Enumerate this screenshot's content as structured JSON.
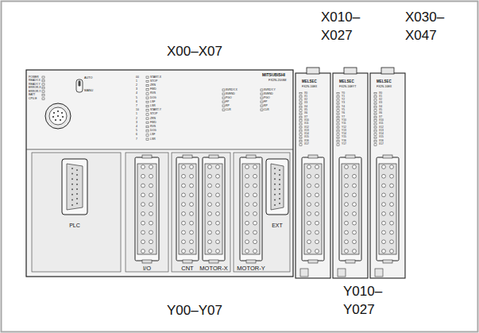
{
  "diagram": {
    "nodes": [
      {
        "text": [
          "POWER",
          "READY-X",
          "READY-Y",
          "ERROR-X",
          "ERROR-Y",
          "BATT",
          "CPU-E",
          "AUTO",
          "MANU",
          "00",
          "1",
          "2",
          "3",
          "4",
          "5",
          "6",
          "7",
          "10",
          "1",
          "2",
          "3",
          "4",
          "5",
          "6",
          "7",
          "START-X",
          "STOP",
          "ZRN",
          "FWD",
          "RVS",
          "DOG",
          "LSF",
          "LSR",
          "START-Y",
          "STOP",
          "ZRN",
          "FWD",
          "RVS",
          "DOG",
          "LSF",
          "LSR",
          "SVRDY-X",
          "SVEND",
          "PGO",
          "FP",
          "RP",
          "CLR",
          "SVRDY-Y",
          "SVEND",
          "PGO",
          "FP",
          "RP",
          "CLR",
          "MITSUBISHI",
          "FX2N-20GM",
          "PLC",
          "I/O",
          "CNT",
          "MOTOR-X",
          "MOTOR-Y",
          "EXT"
        ]
      },
      {
        "text": [
          "MELSEC",
          "FX2N-16EX",
          "X0",
          "X1",
          "X2",
          "X3",
          "X4",
          "X5",
          "X6",
          "X7",
          "X10",
          "X11",
          "X12",
          "X13",
          "X14",
          "X15",
          "X16",
          "X17"
        ]
      },
      {
        "text": [
          "MELSEC",
          "FX2N-16EYT",
          "Y0",
          "Y1",
          "Y2",
          "Y3",
          "Y4",
          "Y5",
          "Y6",
          "Y7",
          "Y10",
          "Y11",
          "Y12",
          "Y13",
          "Y14",
          "Y15",
          "Y16",
          "Y17"
        ]
      },
      {
        "text": [
          "MELSEC",
          "FX2N-16EX",
          "X0",
          "X1",
          "X2",
          "X3",
          "X4",
          "X5",
          "X6",
          "X7",
          "X10",
          "X11",
          "X12",
          "X13",
          "X14",
          "X15",
          "X16",
          "X17"
        ]
      }
    ],
    "labels": [
      "X00–X07",
      "X010– X027",
      "X030– X047",
      "Y00–Y07",
      "Y010– Y027"
    ]
  }
}
